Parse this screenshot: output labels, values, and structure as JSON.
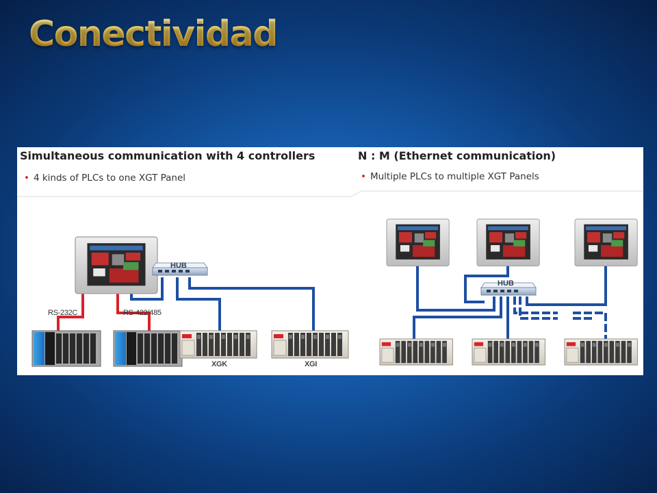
{
  "slide": {
    "title": "Conectividad"
  },
  "left_panel": {
    "heading": "Simultaneous communication with 4 controllers",
    "bullet": "4 kinds of PLCs to one XGT Panel",
    "labels": {
      "hub": "HUB",
      "rs232": "RS-232C",
      "rs422": "RS-422/485",
      "xgk": "XGK",
      "xgi": "XGI"
    }
  },
  "right_panel": {
    "heading": "N : M (Ethernet communication)",
    "bullet": "Multiple PLCs to multiple XGT Panels",
    "labels": {
      "hub": "HUB"
    }
  },
  "colors": {
    "ethernet_cable": "#1e4fa3",
    "serial_cable": "#d8232a",
    "bullet": "#d32020",
    "title_gold": "#f6cf52"
  }
}
